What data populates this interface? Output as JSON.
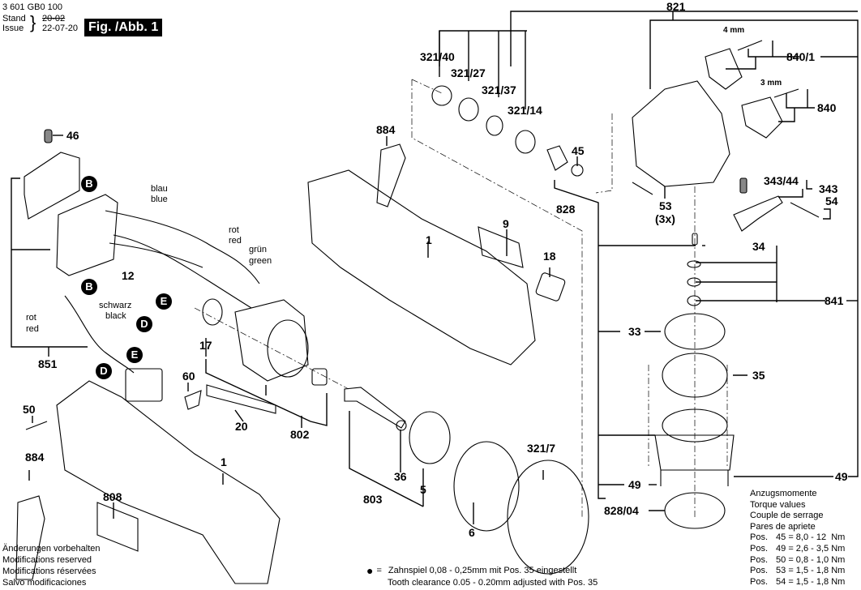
{
  "header": {
    "part_number": "3 601 GB0 100",
    "stand_label": "Stand",
    "issue_label": "Issue",
    "stand_old": "20-02",
    "issue_date": "22-07-20",
    "figure_label": "Fig. /Abb. 1"
  },
  "part_labels": {
    "p821": "821",
    "p321_40": "321/40",
    "p321_27": "321/27",
    "p321_37": "321/37",
    "p321_14": "321/14",
    "p884_top": "884",
    "p45": "45",
    "p828": "828",
    "p840_1": "840/1",
    "p840": "840",
    "p343_44": "343/44",
    "p343": "343",
    "p54": "54",
    "p53": "53",
    "p53_qty": "(3x)",
    "p34": "34",
    "p841": "841",
    "p9": "9",
    "p1_top": "1",
    "p18": "18",
    "p33": "33",
    "p35": "35",
    "p49_right": "49",
    "p49_left": "49",
    "p828_04": "828/04",
    "p321_7": "321/7",
    "p6": "6",
    "p5": "5",
    "p36": "36",
    "p803": "803",
    "p802": "802",
    "p20": "20",
    "p17": "17",
    "p60": "60",
    "p50": "50",
    "p884_bottom": "884",
    "p808": "808",
    "p1_bottom": "1",
    "p851": "851",
    "p12": "12",
    "p46": "46"
  },
  "dimension_labels": {
    "pin_4mm": "4 mm",
    "pin_3mm": "3 mm"
  },
  "wire_labels": {
    "blue_de": "blau",
    "blue_en": "blue",
    "red_de": "rot",
    "red_en": "red",
    "green_de": "grün",
    "green_en": "green",
    "black_de": "schwarz",
    "black_en": "black",
    "red2_de": "rot",
    "red2_en": "red"
  },
  "connection_markers": [
    "B",
    "B",
    "E",
    "D",
    "E",
    "D"
  ],
  "footer_left": [
    "Änderungen vorbehalten",
    "Modifications reserved",
    "Modifications réservées",
    "Salvo modificaciones"
  ],
  "footer_note": {
    "symbol": "●",
    "equals": "=",
    "line_de": "Zahnspiel 0,08 - 0,25mm mit Pos. 35 eingestellt",
    "line_en": "Tooth clearance 0.05 - 0.20mm adjusted with Pos. 35"
  },
  "torque": {
    "titles": [
      "Anzugsmomente",
      "Torque values",
      "Couple de serrage",
      "Pares de apriete"
    ],
    "rows": [
      {
        "pos": "Pos.",
        "item": "45",
        "value": "= 8,0 - 12  Nm"
      },
      {
        "pos": "Pos.",
        "item": "49",
        "value": "= 2,6 - 3,5 Nm"
      },
      {
        "pos": "Pos.",
        "item": "50",
        "value": "= 0,8 - 1,0 Nm"
      },
      {
        "pos": "Pos.",
        "item": "53",
        "value": "= 1,5 - 1,8 Nm"
      },
      {
        "pos": "Pos.",
        "item": "54",
        "value": "= 1,5 - 1,8 Nm"
      }
    ]
  }
}
